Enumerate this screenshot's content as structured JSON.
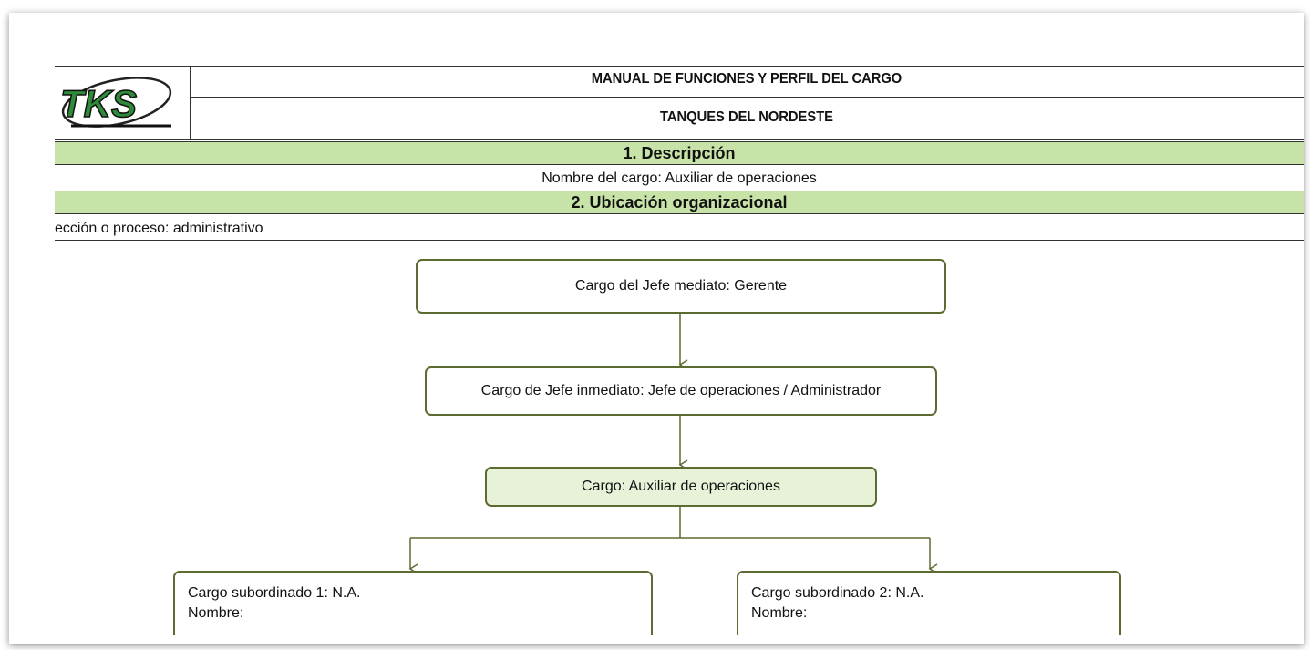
{
  "header": {
    "logo_text": "TKS",
    "title": "MANUAL DE FUNCIONES Y PERFIL DEL CARGO",
    "subtitle": "TANQUES DEL NORDESTE"
  },
  "section1": {
    "heading": "1. Descripción",
    "cargo_name": "Nombre del cargo: Auxiliar de operaciones"
  },
  "section2": {
    "heading": "2. Ubicación organizacional",
    "seccion": "ección o proceso:  administrativo"
  },
  "org_chart": {
    "jefe_mediato": "Cargo del  Jefe mediato: Gerente",
    "jefe_inmediato": "Cargo de Jefe inmediato: Jefe de operaciones / Administrador",
    "cargo": "Cargo: Auxiliar de operaciones",
    "subordinado1": {
      "title": "Cargo subordinado 1:  N.A.",
      "nombre": "Nombre:"
    },
    "subordinado2": {
      "title": "Cargo subordinado 2: N.A.",
      "nombre": "Nombre:"
    }
  },
  "colors": {
    "band": "#c8e3a8",
    "box_border": "#5c6b2f",
    "logo_green": "#2f8a3a"
  }
}
